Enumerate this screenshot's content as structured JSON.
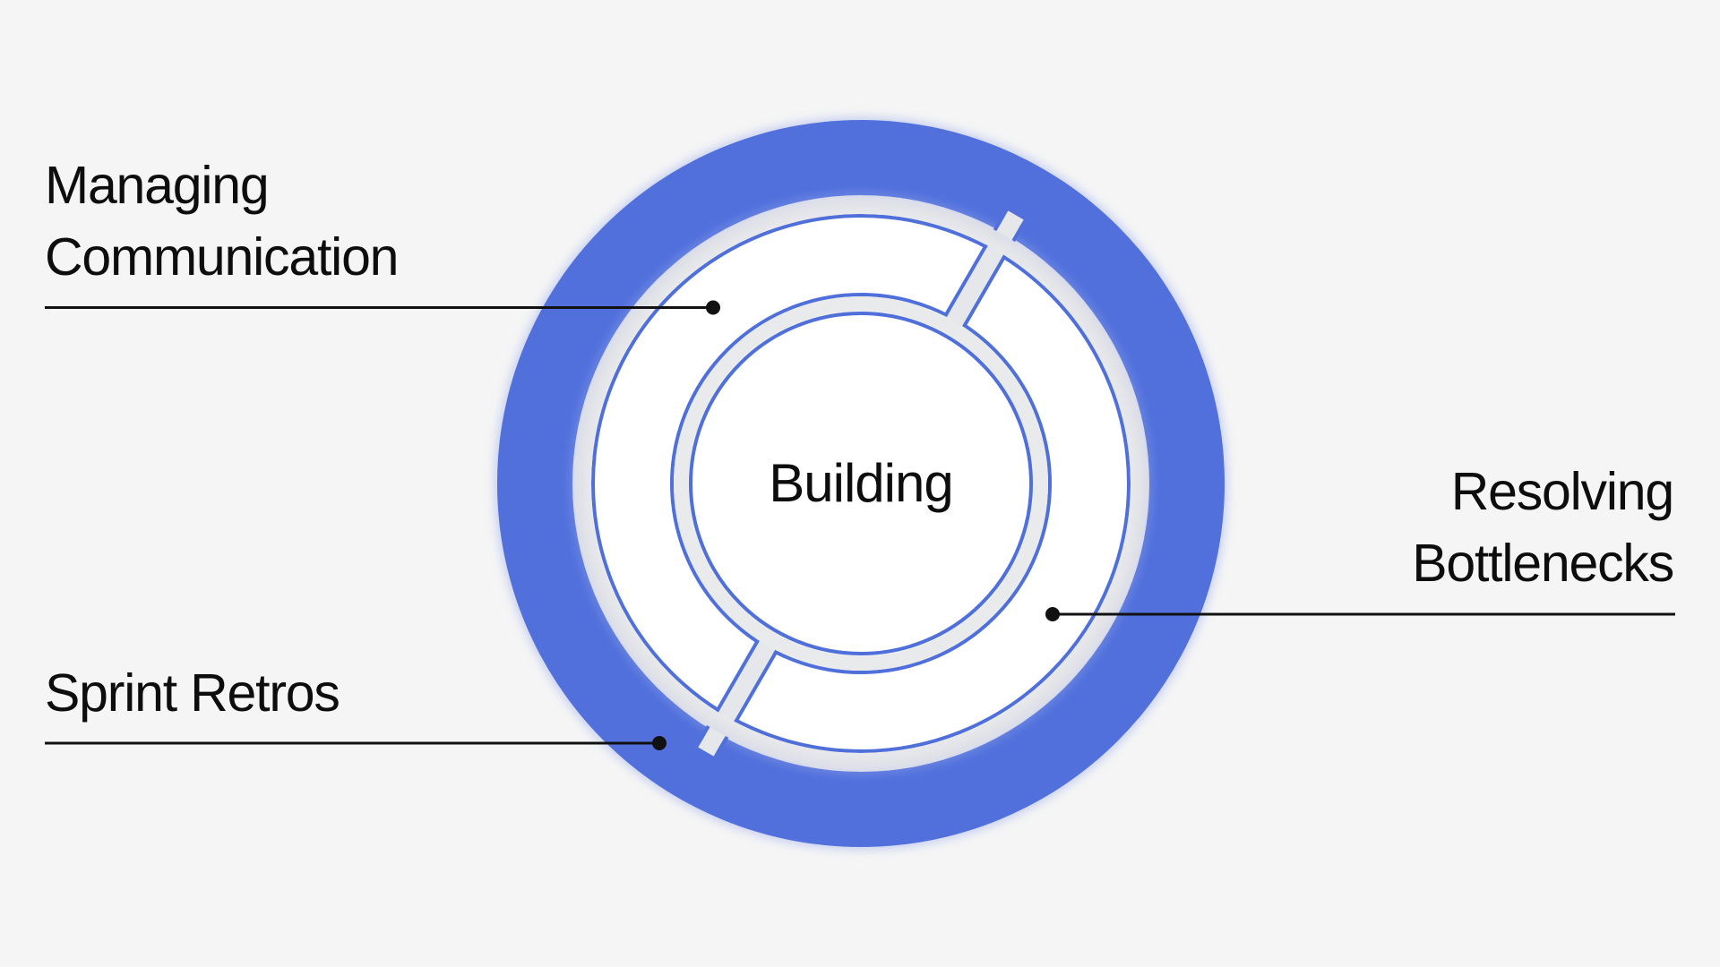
{
  "diagram": {
    "type": "concentric-ring-diagram",
    "center": {
      "label": "Building"
    },
    "labels": [
      {
        "id": "managing-communication",
        "lines": [
          "Managing",
          "Communication"
        ],
        "side": "left",
        "points_to": "outer-segment-top-left"
      },
      {
        "id": "resolving-bottlenecks",
        "lines": [
          "Resolving",
          "Bottlenecks"
        ],
        "side": "right",
        "points_to": "outer-segment-bottom-right"
      },
      {
        "id": "sprint-retros",
        "lines": [
          "Sprint Retros"
        ],
        "side": "left",
        "points_to": "outer-blue-ring"
      }
    ],
    "colors": {
      "background": "#F5F5F5",
      "ring_blue": "#5170DC",
      "stroke_blue": "#4F6FDB",
      "gap_gray": "#E6E7EA",
      "fill_white": "#FFFFFF",
      "text": "#0D0D0D",
      "leader_line": "#111111"
    }
  }
}
